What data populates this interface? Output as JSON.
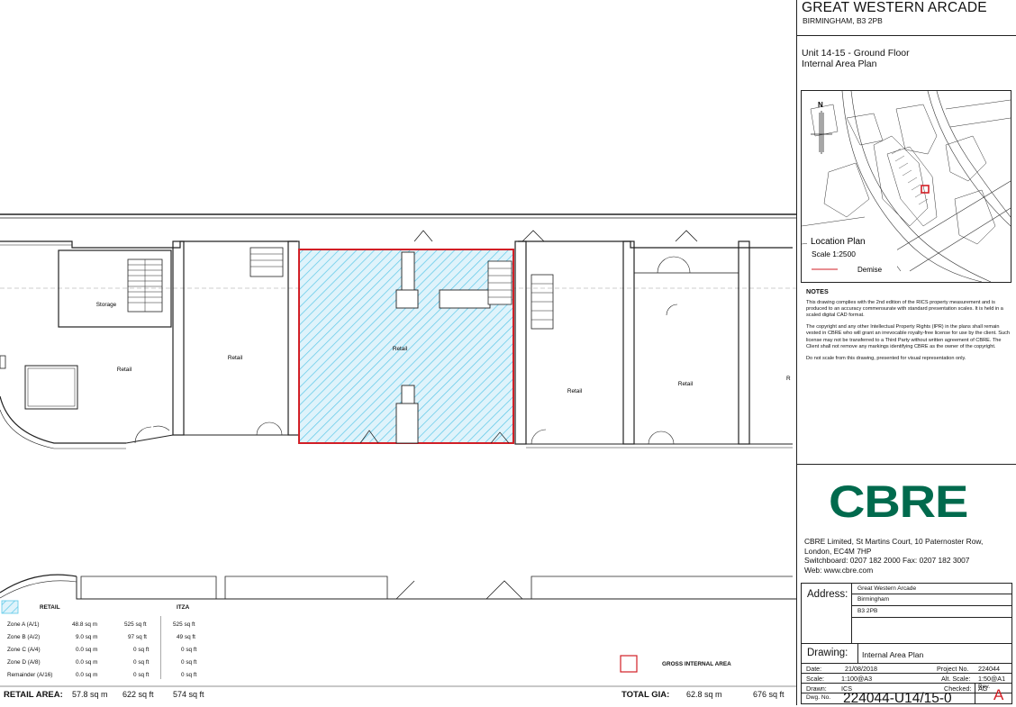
{
  "header": {
    "title": "GREAT WESTERN ARCADE",
    "subtitle": "BIRMINGHAM, B3 2PB",
    "unit_line1": "Unit 14-15 - Ground Floor",
    "unit_line2": "Internal Area Plan"
  },
  "location_plan": {
    "north": "N",
    "title": "Location Plan",
    "scale": "Scale 1:2500",
    "legend": "Demise"
  },
  "notes": {
    "heading": "NOTES",
    "p1": "This drawing complies with the 2nd edition of the RICS property measurement and is produced to an accuracy commensurate with standard presentation scales. It is held in a scaled digital CAD format.",
    "p2": "The copyright and any other Intellectual Property Rights (IPR) in the plans shall remain vested in CBRE who will grant an irrevocable royalty-free license for use by the client. Such license may not be transferred to a Third Party without written agreement of CBRE. The Client shall not remove any markings identifying CBRE as the owner of the copyright.",
    "p3": "Do not scale from this drawing, presented for visual representation only."
  },
  "brand": {
    "logo": "CBRE",
    "color": "#006a4d",
    "line1": "CBRE Limited, St Martins Court, 10 Paternoster Row,",
    "line2": "London, EC4M 7HP",
    "line3": "Switchboard:  0207 182 2000   Fax:  0207 182 3007",
    "line4": "Web:  www.cbre.com"
  },
  "title_block": {
    "address_label": "Address:",
    "address_1": "Great Western Arcade",
    "address_2": "Birmingham",
    "address_3": "B3 2PB",
    "drawing_label": "Drawing:",
    "drawing_value": "Internal Area Plan",
    "date_label": "Date:",
    "date_value": "21/08/2018",
    "project_label": "Project No.",
    "project_value": "224044",
    "scale_label": "Scale:",
    "scale_value": "1:100@A3",
    "alt_scale_label": "Alt. Scale:",
    "alt_scale_value": "1:50@A1",
    "drawn_label": "Drawn:",
    "drawn_value": "ICS",
    "checked_label": "Checked:",
    "checked_value": "AG",
    "dwg_label": "Dwg. No.",
    "dwg_value": "224044-U14/15-0",
    "rev_label": "Rev.",
    "rev_value": "A",
    "rev_color": "#d21f26"
  },
  "plan": {
    "rooms": {
      "storage": "Storage",
      "retail_a": "Retail",
      "retail_b": "Retail",
      "retail_demise": "Retail",
      "retail_c": "Retail",
      "retail_d": "Retail",
      "retail_e": "R"
    },
    "demise_color": "#d21f26",
    "hatch_color": "#5bc8e8"
  },
  "schedule": {
    "retail_heading": "RETAIL",
    "itza_heading": "ITZA",
    "rows": [
      {
        "label": "Zone A (A/1)",
        "sqm": "48.8 sq m",
        "sqft": "525 sq ft",
        "itza": "525 sq ft"
      },
      {
        "label": "Zone B (A/2)",
        "sqm": "9.0 sq m",
        "sqft": "97 sq ft",
        "itza": "49 sq ft"
      },
      {
        "label": "Zone C (A/4)",
        "sqm": "0.0 sq m",
        "sqft": "0 sq ft",
        "itza": "0 sq ft"
      },
      {
        "label": "Zone D (A/8)",
        "sqm": "0.0 sq m",
        "sqft": "0 sq ft",
        "itza": "0 sq ft"
      },
      {
        "label": "Remainder (A/16)",
        "sqm": "0.0 sq m",
        "sqft": "0 sq ft",
        "itza": "0 sq ft"
      }
    ],
    "total_label": "RETAIL AREA:",
    "total_sqm": "57.8 sq m",
    "total_sqft": "622 sq ft",
    "total_itza": "574 sq ft",
    "gia_heading": "GROSS INTERNAL AREA",
    "gia_label": "TOTAL GIA:",
    "gia_sqm": "62.8 sq m",
    "gia_sqft": "676 sq ft"
  }
}
